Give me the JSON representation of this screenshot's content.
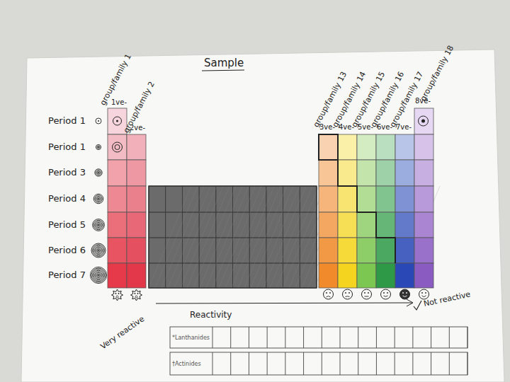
{
  "diagram": {
    "title": "Sample",
    "labels": [
      "group/family 1",
      "1ve-",
      "group/family 2",
      "2ve-",
      "Period 1",
      "Period 1",
      "Period 3",
      "Period 4",
      "Period 5",
      "Period 6",
      "Period 7",
      "group/family 13",
      "group/family 14",
      "group/family 15",
      "group/family 16",
      "group/family 17",
      "group/family 18",
      "3ve-",
      "4ve-",
      "5ve-",
      "6ve-",
      "7ve-",
      "8ve-",
      "Very reactive",
      "Reactivity",
      "Not reactive",
      "*Lanthanides",
      "†Actinides"
    ]
  }
}
